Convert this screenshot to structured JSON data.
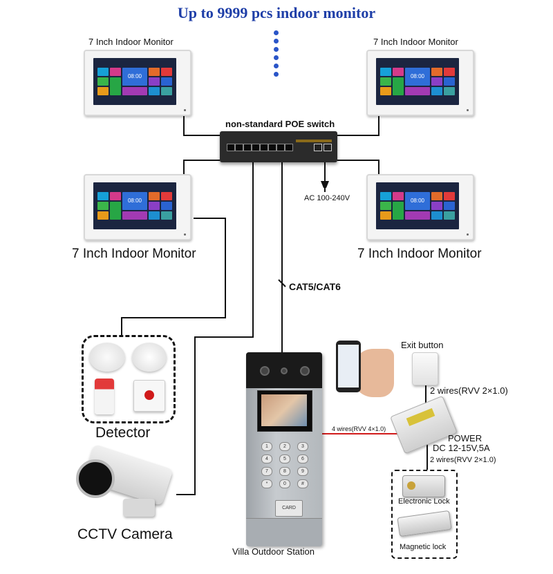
{
  "header": {
    "title": "Up to 9999 pcs indoor monitor"
  },
  "monitors": {
    "top_left_label": "7 Inch Indoor Monitor",
    "top_right_label": "7 Inch Indoor Monitor",
    "bottom_left_label": "7 Inch Indoor Monitor",
    "bottom_right_label": "7 Inch Indoor Monitor",
    "screen_time": "08:00"
  },
  "switch": {
    "label": "non-standard POE switch",
    "power_label": "AC 100-240V"
  },
  "cable": {
    "label": "CAT5/CAT6"
  },
  "detector": {
    "label": "Detector"
  },
  "cctv": {
    "label": "CCTV Camera"
  },
  "station": {
    "label": "Villa Outdoor Station",
    "card_text": "CARD",
    "keys": [
      "1",
      "2",
      "3",
      "4",
      "5",
      "6",
      "7",
      "8",
      "9",
      "*",
      "0",
      "#"
    ]
  },
  "wiring": {
    "station_to_power": "4 wires(RVV 4×1.0)",
    "exit_to_power": "2 wires(RVV 2×1.0)",
    "power_to_lock": "2 wires(RVV 2×1.0)"
  },
  "exit_button": {
    "label": "Exit button"
  },
  "power": {
    "label": "POWER",
    "spec": "DC 12-15V,5A"
  },
  "locks": {
    "electronic": "Electronic Lock",
    "magnetic": "Magnetic lock"
  },
  "colors": {
    "title": "#1f3fa8",
    "wire": "#111111",
    "red_wire": "#d11a1a"
  }
}
